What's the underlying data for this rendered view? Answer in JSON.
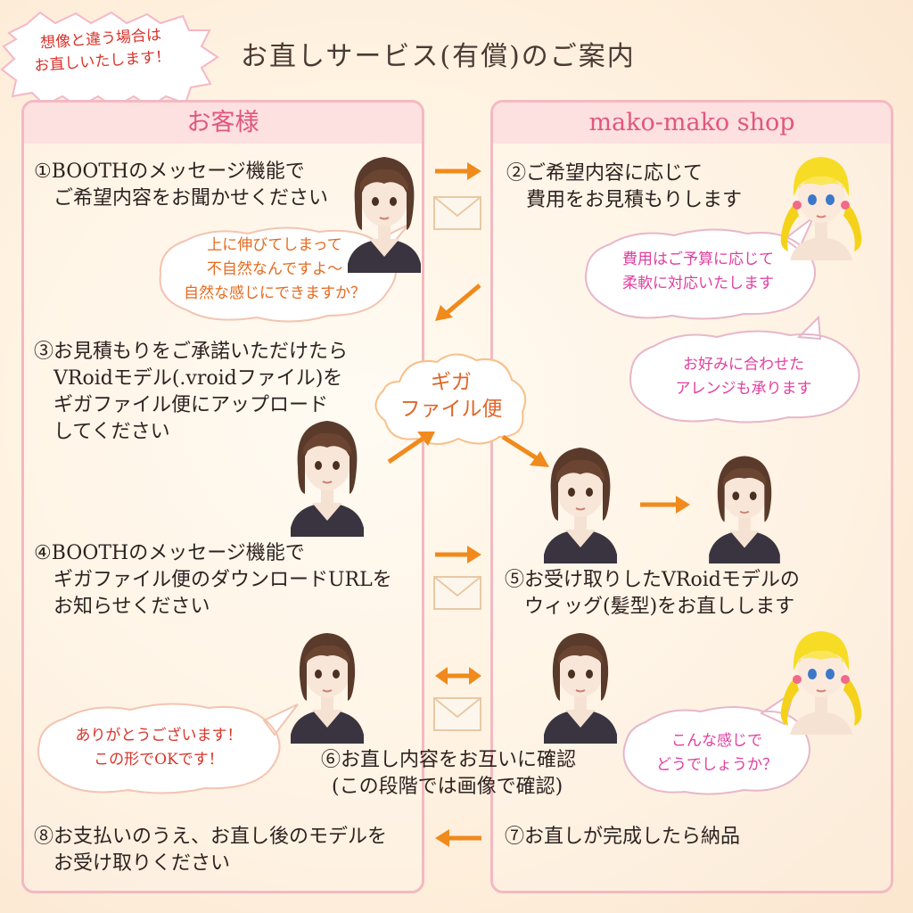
{
  "title": "お直しサービス(有償)のご案内",
  "badge": {
    "line1": "想像と違う場合は",
    "line2": "お直しいたします！"
  },
  "left_panel": {
    "header": "お客様"
  },
  "right_panel": {
    "header": "mako-mako shop"
  },
  "steps": {
    "s1": [
      "①BOOTHのメッセージ機能で",
      "ご希望内容をお聞かせください"
    ],
    "s2": [
      "②ご希望内容に応じて",
      "費用をお見積もりします"
    ],
    "s3": [
      "③お見積もりをご承諾いただけたら",
      "VRoidモデル(.vroidファイル)を",
      "ギガファイル便にアップロード",
      "してください"
    ],
    "s4": [
      "④BOOTHのメッセージ機能で",
      "ギガファイル便のダウンロードURLを",
      "お知らせください"
    ],
    "s5": [
      "⑤お受け取りしたVRoidモデルの",
      "ウィッグ(髪型)をお直しします"
    ],
    "s6": [
      "⑥お直し内容をお互いに確認",
      "(この段階では画像で確認)"
    ],
    "s7": [
      "⑦お直しが完成したら納品"
    ],
    "s8": [
      "⑧お支払いのうえ、お直し後のモデルを",
      "お受け取りください"
    ]
  },
  "bubbles": {
    "customer_request": [
      "上に伸びてしまって",
      "不自然なんですよ～",
      "自然な感じにできますか？"
    ],
    "shop_cost": [
      "費用はご予算に応じて",
      "柔軟に対応いたします"
    ],
    "shop_arrange": [
      "お好みに合わせた",
      "アレンジも承ります"
    ],
    "customer_thanks": [
      "ありがとうございます！",
      "この形でOKです！"
    ],
    "shop_confirm": [
      "こんな感じで",
      "どうでしょうか？"
    ]
  },
  "giga": [
    "ギガ",
    "ファイル便"
  ],
  "colors": {
    "arrow": "#f08a1c",
    "panel_border": "#f3b9c2",
    "header_fill": "#fde0e0",
    "header_text": "#e0577e",
    "badge_text": "#d8322a"
  },
  "icons": [
    "envelope-icon",
    "arrow-right-icon",
    "arrow-left-icon",
    "arrow-diagonal-icon",
    "double-arrow-icon"
  ]
}
